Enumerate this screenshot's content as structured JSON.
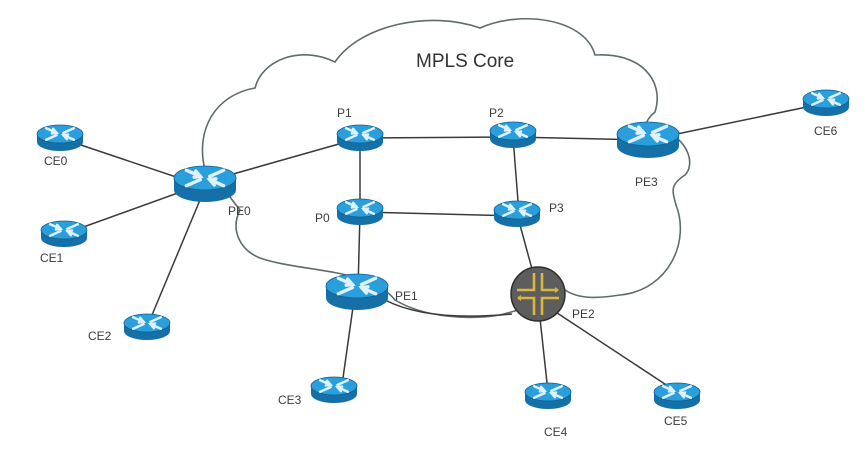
{
  "title": "MPLS Core",
  "colors": {
    "router_top": "#2a9fdc",
    "router_side": "#1570a8",
    "router_rim": "#0e5f91",
    "router_arrows": "#dff2fb",
    "juniper_body": "#5d5d5d",
    "juniper_arrows": "#d9b640",
    "cloud_stroke": "#5f6b6e",
    "link": "#3a3a3a"
  },
  "nodes": [
    {
      "id": "CE0",
      "label": "CE0",
      "type": "cisco-router",
      "size": "small",
      "role": "customer-edge"
    },
    {
      "id": "CE1",
      "label": "CE1",
      "type": "cisco-router",
      "size": "small",
      "role": "customer-edge"
    },
    {
      "id": "CE2",
      "label": "CE2",
      "type": "cisco-router",
      "size": "small",
      "role": "customer-edge"
    },
    {
      "id": "PE0",
      "label": "PE0",
      "type": "cisco-router",
      "size": "large",
      "role": "provider-edge"
    },
    {
      "id": "P1",
      "label": "P1",
      "type": "cisco-router",
      "size": "small",
      "role": "provider"
    },
    {
      "id": "P2",
      "label": "P2",
      "type": "cisco-router",
      "size": "small",
      "role": "provider"
    },
    {
      "id": "PE3",
      "label": "PE3",
      "type": "cisco-router",
      "size": "large",
      "role": "provider-edge"
    },
    {
      "id": "CE6",
      "label": "CE6",
      "type": "cisco-router",
      "size": "small",
      "role": "customer-edge"
    },
    {
      "id": "P0",
      "label": "P0",
      "type": "cisco-router",
      "size": "small",
      "role": "provider"
    },
    {
      "id": "P3",
      "label": "P3",
      "type": "cisco-router",
      "size": "small",
      "role": "provider"
    },
    {
      "id": "PE1",
      "label": "PE1",
      "type": "cisco-router",
      "size": "large",
      "role": "provider-edge"
    },
    {
      "id": "PE2",
      "label": "PE2",
      "type": "juniper-router",
      "size": "large",
      "role": "provider-edge"
    },
    {
      "id": "CE3",
      "label": "CE3",
      "type": "cisco-router",
      "size": "small",
      "role": "customer-edge"
    },
    {
      "id": "CE4",
      "label": "CE4",
      "type": "cisco-router",
      "size": "small",
      "role": "customer-edge"
    },
    {
      "id": "CE5",
      "label": "CE5",
      "type": "cisco-router",
      "size": "small",
      "role": "customer-edge"
    }
  ],
  "links": [
    {
      "from": "CE0",
      "to": "PE0"
    },
    {
      "from": "CE1",
      "to": "PE0"
    },
    {
      "from": "CE2",
      "to": "PE0"
    },
    {
      "from": "PE0",
      "to": "P1"
    },
    {
      "from": "P1",
      "to": "P2"
    },
    {
      "from": "P2",
      "to": "PE3"
    },
    {
      "from": "PE3",
      "to": "CE6"
    },
    {
      "from": "P1",
      "to": "P0"
    },
    {
      "from": "P0",
      "to": "P3"
    },
    {
      "from": "P2",
      "to": "P3"
    },
    {
      "from": "P0",
      "to": "PE1"
    },
    {
      "from": "P3",
      "to": "PE2"
    },
    {
      "from": "PE1",
      "to": "PE2"
    },
    {
      "from": "PE1",
      "to": "CE3"
    },
    {
      "from": "PE2",
      "to": "CE4"
    },
    {
      "from": "PE2",
      "to": "CE5"
    }
  ]
}
